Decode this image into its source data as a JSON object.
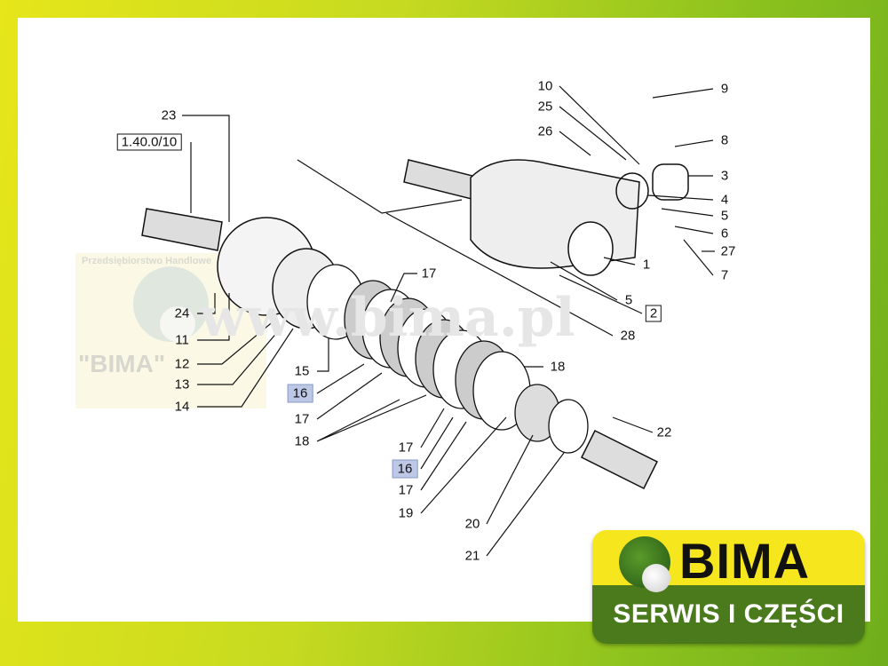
{
  "watermark": {
    "company_sub": "Przedsiębiorstwo Handlowe",
    "company_name": "\"BIMA\"",
    "url": "www.bima.pl"
  },
  "reference_box": "1.40.0/10",
  "labels": {
    "l23": "23",
    "l24": "24",
    "l11": "11",
    "l12": "12",
    "l13": "13",
    "l14": "14",
    "l15": "15",
    "l16a": "16",
    "l17a": "17",
    "l18a": "18",
    "l17b": "17",
    "l17c": "17",
    "l16b": "16",
    "l17d": "17",
    "l19": "19",
    "l20": "20",
    "l21": "21",
    "l18b": "18",
    "l22": "22",
    "l28": "28",
    "l2": "2",
    "l5a": "5",
    "l1": "1",
    "l7": "7",
    "l27": "27",
    "l6": "6",
    "l5b": "5",
    "l4": "4",
    "l3": "3",
    "l8": "8",
    "l9": "9",
    "l10": "10",
    "l25": "25",
    "l26": "26"
  },
  "logo": {
    "brand": "BIMA",
    "tagline": "SERWIS I CZĘŚCI"
  },
  "colors": {
    "highlight": "#bcc8e6",
    "logo_yellow": "#f6e61e",
    "logo_green": "#4a7a1c"
  }
}
